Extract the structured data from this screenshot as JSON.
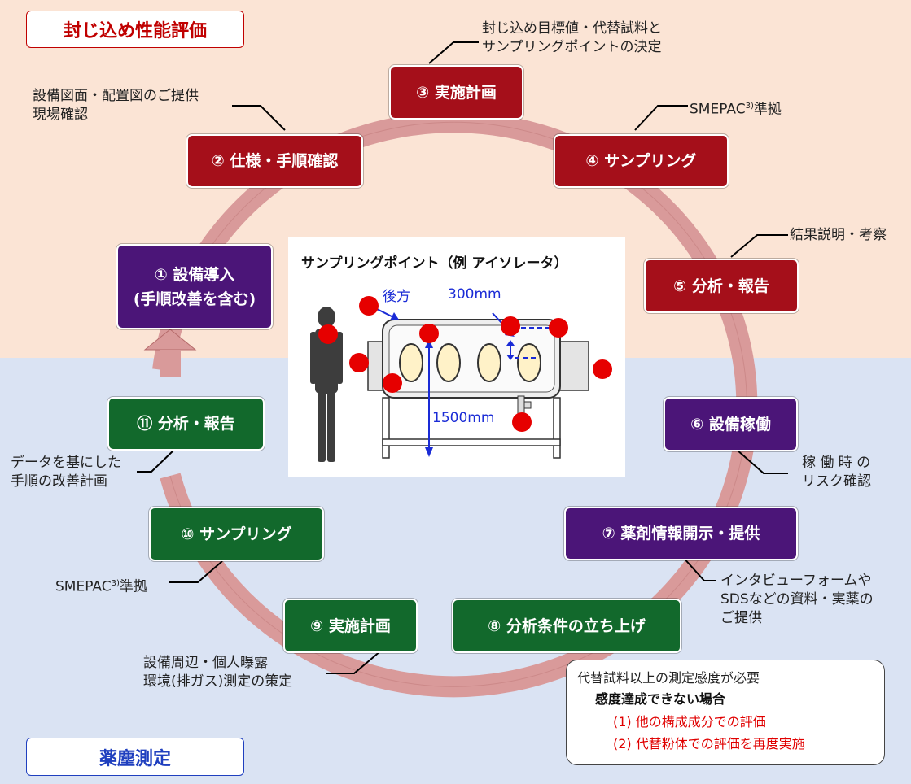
{
  "regions": {
    "top_label": "封じ込め性能評価",
    "bottom_label": "薬塵測定",
    "top_color": "#fbe4d5",
    "bottom_color": "#dae3f3",
    "top_label_color": "#c00000",
    "bottom_label_color": "#1f3fbf"
  },
  "steps": [
    {
      "label": "① 設備導入",
      "sub": "(手順改善を含む)",
      "color": "#4b1578"
    },
    {
      "label": "② 仕様・手順確認",
      "color": "#a50f1a"
    },
    {
      "label": "③ 実施計画",
      "color": "#a50f1a"
    },
    {
      "label": "④ サンプリング",
      "color": "#a50f1a"
    },
    {
      "label": "⑤ 分析・報告",
      "color": "#a50f1a"
    },
    {
      "label": "⑥ 設備稼働",
      "color": "#4b1578"
    },
    {
      "label": "⑦ 薬剤情報開示・提供",
      "color": "#4b1578"
    },
    {
      "label": "⑧ 分析条件の立ち上げ",
      "color": "#12692c"
    },
    {
      "label": "⑨ 実施計画",
      "color": "#12692c"
    },
    {
      "label": "⑩ サンプリング",
      "color": "#12692c"
    },
    {
      "label": "⑪ 分析・報告",
      "color": "#12692c"
    }
  ],
  "annotations": {
    "a3": [
      "封じ込め目標値・代替試料と",
      "サンプリングポイントの決定"
    ],
    "a2": [
      "設備図面・配置図のご提供",
      "現場確認"
    ],
    "a4": "SMEPAC",
    "a4_sup": "3)",
    "a4_tail": "準拠",
    "a5": "結果説明・考察",
    "a6": [
      "稼 働 時 の",
      "リスク確認"
    ],
    "a7": [
      "インタビューフォームや",
      "SDSなどの資料・実薬の",
      "ご提供"
    ],
    "a9": [
      "設備周辺・個人曝露",
      "環境(排ガス)測定の策定"
    ],
    "a10": "SMEPAC",
    "a10_sup": "3)",
    "a10_tail": "準拠",
    "a11": [
      "データを基にした",
      "手順の改善計画"
    ]
  },
  "inset": {
    "title": "サンプリングポイント（例 アイソレータ）",
    "label_rear": "後方",
    "label_300": "300mm",
    "label_1500": "1500mm"
  },
  "note": {
    "line1": "代替試料以上の測定感度が必要",
    "line2": "感度達成できない場合",
    "line3": "(1) 他の構成成分での評価",
    "line4": "(2) 代替粉体での評価を再度実施",
    "alert_color": "#e00000"
  },
  "ring_color": "#d99a9a"
}
